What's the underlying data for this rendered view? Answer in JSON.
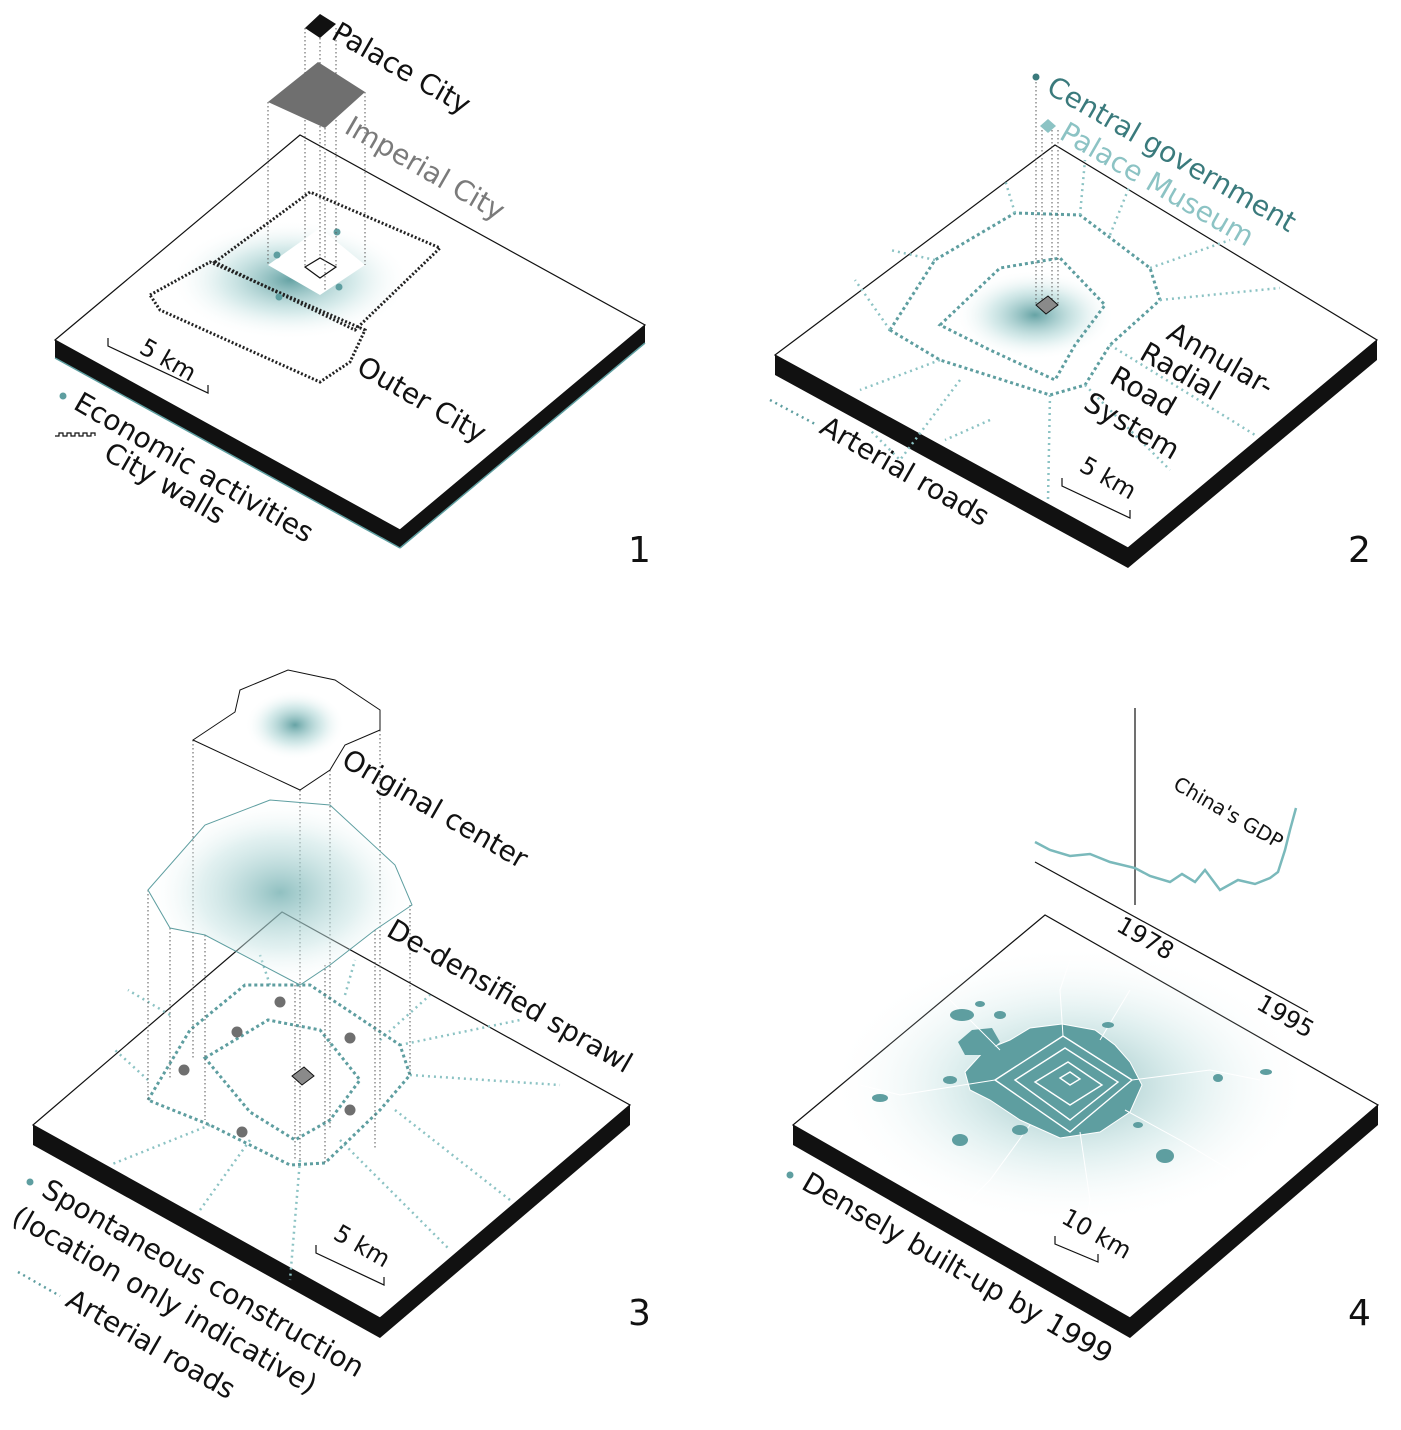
{
  "colors": {
    "teal": "#5e9ea0",
    "teal_light": "#a7d3d3",
    "teal_dark": "#3a7a7c",
    "dark_gray": "#6f6f6f",
    "black": "#111111"
  },
  "panel1": {
    "number": "1",
    "palace_city": "Palace City",
    "imperial_city": "Imperial City",
    "outer_city": "Outer City",
    "scale": "5 km",
    "legend_economic": "Economic activities",
    "legend_walls": "City walls"
  },
  "panel2": {
    "number": "2",
    "central_government": "Central government",
    "palace_museum": "Palace Museum",
    "road_system": [
      "Annular-",
      "Radial",
      "Road",
      "System"
    ],
    "scale": "5 km",
    "legend_roads": "Arterial roads"
  },
  "panel3": {
    "number": "3",
    "original_center": "Original center",
    "dedensified": "De-densified sprawl",
    "scale": "5 km",
    "legend_construction_1": "Spontaneous construction",
    "legend_construction_2": "(location only indicative)",
    "legend_roads": "Arterial roads"
  },
  "panel4": {
    "number": "4",
    "gdp_label": "China's GDP",
    "year_1978": "1978",
    "year_1995": "1995",
    "scale": "10 km",
    "legend_built": "Densely built-up by 1999"
  }
}
